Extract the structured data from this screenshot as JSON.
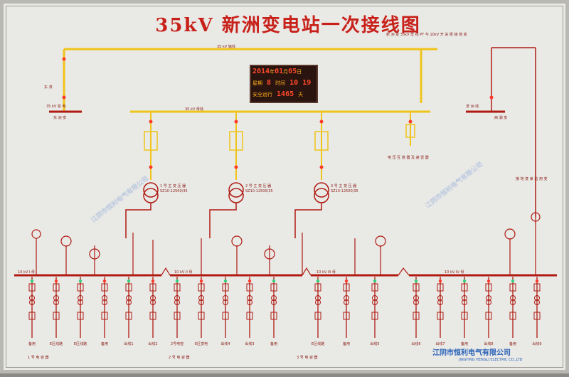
{
  "title": "35kV 新洲变电站一次接线图",
  "clock": {
    "date_year": "2014",
    "date_year_suffix": "年",
    "date_month": "01",
    "date_month_suffix": "月",
    "date_day": "05",
    "date_day_suffix": "日",
    "week_label": "星期",
    "week_value": "8",
    "time_label": "时间",
    "time_hour": "10",
    "time_min": "19",
    "safety_label": "安全运行",
    "safety_days": "1465",
    "safety_unit": "天"
  },
  "labels": {
    "incoming_top": "35 kV 输线",
    "bus35_label": "35 kV 母线",
    "left_line_name": "东 滨",
    "left_line_station": "35 kV 变 电",
    "left_line_label": "东 洲 变",
    "right_label": "滨 洲 线",
    "right_station": "西 湖 变",
    "top_note": "新 洲 变 35kV 母 线 PT 与 10kV 开 关 柜 接 地 变",
    "t1": "1 号 主 变 压 器",
    "t1_spec": "SZ10-12500/35",
    "t2": "2 号 主 变 压 器",
    "t2_spec": "SZ10-12500/35",
    "t3": "3 号 主 变 压 器",
    "t3_spec": "SZ10-12500/35",
    "mid_note": "电 压 互 感 器 及 避 雷 器",
    "bus10_1": "10 kV I 母",
    "bus10_2": "10 kV II 母",
    "bus10_3": "10 kV III 母",
    "bus10_4": "10 kV IV 母",
    "cap1": "1 号 电 容 器",
    "cap2": "2 号 电 容 器",
    "cap3": "3 号 电 容 器",
    "right_side_note": "接 地 变 兼 站 用 变",
    "footer_cn": "江阴市恒利电气有限公司",
    "footer_en": "JINGYING HENGLI ELECTRIC CO.,LTD",
    "watermark1": "江阴市恒利电气有限公司",
    "watermark2": "江阴市恒利电气有限公司"
  },
  "feeders_group1": [
    "备用",
    "E区线路",
    "E区线路",
    "备用",
    "出线1",
    "出线2"
  ],
  "feeders_group2": [
    "2号电容",
    "E区变电",
    "出线4",
    "出线3",
    "备用"
  ],
  "feeders_group3": [
    "E区线路",
    "备用",
    "出线5"
  ],
  "feeders_group4": [
    "出线6",
    "出线7",
    "备用",
    "出线8",
    "备用",
    "出线9"
  ],
  "colors": {
    "bus": "#f0c419",
    "line": "#b01a12",
    "text": "#8a1e16",
    "led_on": "#ff3a2a",
    "led_green": "#34d07a",
    "title": "#c8211a"
  }
}
